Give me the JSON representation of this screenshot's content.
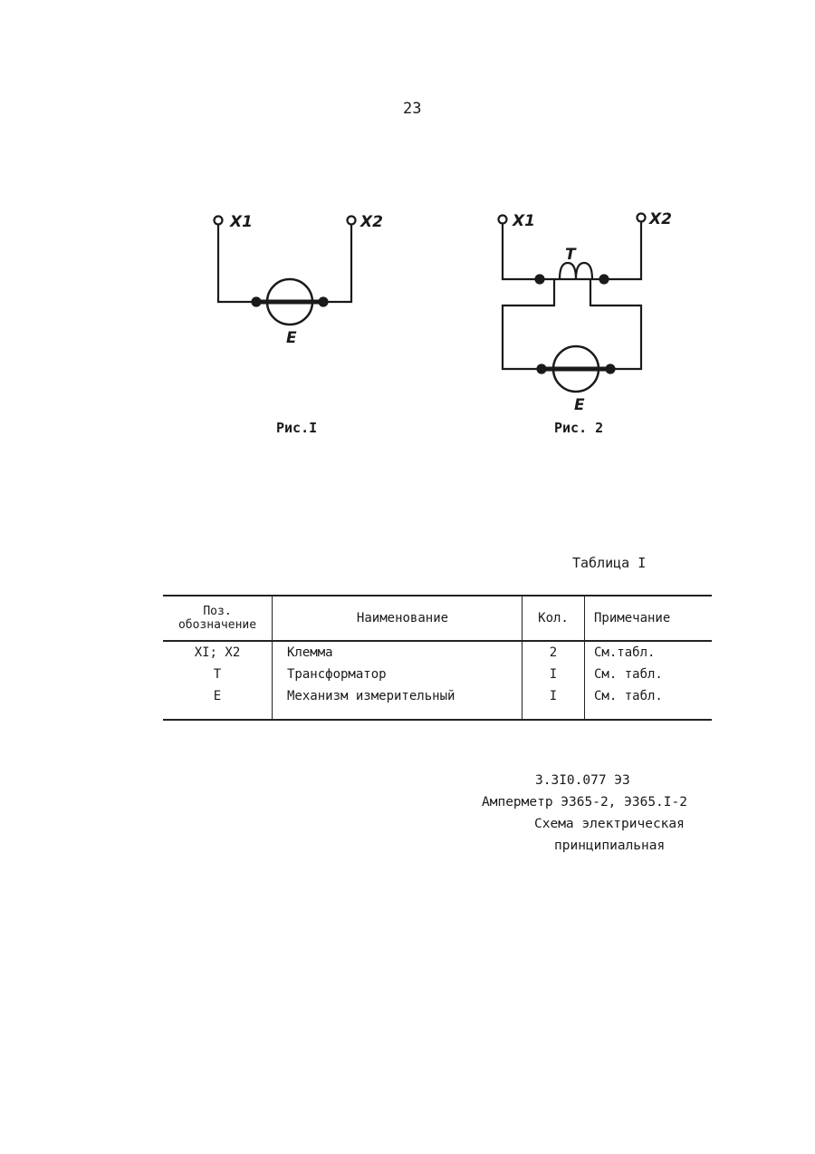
{
  "page_number": "23",
  "figure1": {
    "caption": "Рис.I",
    "labels": {
      "x1": "X1",
      "x2": "X2",
      "e": "E"
    }
  },
  "figure2": {
    "caption": "Рис. 2",
    "labels": {
      "x1": "X1",
      "x2": "X2",
      "t": "T",
      "e": "E"
    }
  },
  "table": {
    "title": "Таблица I",
    "headers": [
      "Поз. обозначение",
      "Наименование",
      "Кол.",
      "Примечание"
    ],
    "rows": [
      [
        "XI; X2",
        "Клемма",
        "2",
        "См.табл."
      ],
      [
        "T",
        "Трансформатор",
        "I",
        "См. табл."
      ],
      [
        "E",
        "Механизм измерительный",
        "I",
        "См. табл."
      ]
    ]
  },
  "stamp": {
    "code": "3.3I0.077 ЭЗ",
    "device": "Амперметр Э365-2, Э365.I-2",
    "title_line1": "Схема электрическая",
    "title_line2": "принципиальная"
  }
}
